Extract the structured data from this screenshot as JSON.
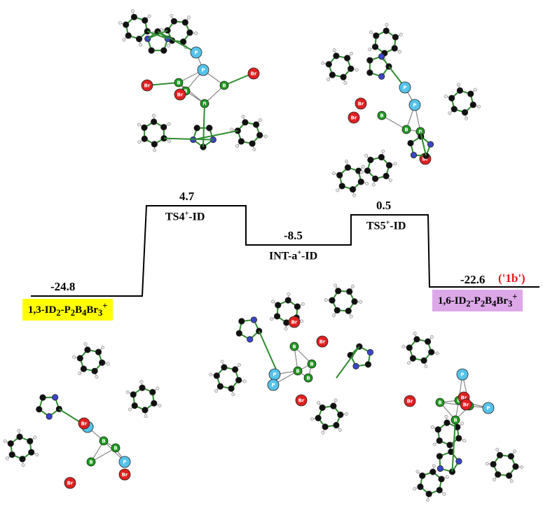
{
  "diagram": {
    "energies": {
      "start": "-24.8",
      "ts4": "4.7",
      "int": "-8.5",
      "ts5": "0.5",
      "end": "-22.6"
    },
    "states": {
      "ts4": {
        "base": "TS4",
        "sup": "+",
        "rest": "-ID"
      },
      "int": {
        "pre": "INT-a",
        "sup": "+",
        "rest": "-ID"
      },
      "ts5": {
        "base": "TS5",
        "sup": "+",
        "rest": "-ID"
      }
    },
    "start_label": {
      "a": "1,3-ID",
      "s1": "2",
      "b": "-P",
      "s2": "2",
      "c": "B",
      "s3": "4",
      "d": "Br",
      "s4": "3",
      "sup": "+"
    },
    "end_label": {
      "a": "1,6-ID",
      "s1": "2",
      "b": "-P",
      "s2": "2",
      "c": "B",
      "s3": "4",
      "d": "Br",
      "s4": "3",
      "sup": "+"
    },
    "product_tag": "('1b')",
    "atom_labels": {
      "bromine": "Br",
      "phosphorus": "P",
      "boron": "B",
      "nitrogen": "N"
    },
    "colors": {
      "start_badge": "#ffff00",
      "end_badge": "#dca8e8",
      "product_tag": "#e8151b",
      "carbon": "#111111",
      "boron": "#1f9a1f",
      "phosphorus": "#56c3ea",
      "bromine": "#e02020",
      "nitrogen": "#3a46c8",
      "bond": "#2e8b2e"
    }
  }
}
